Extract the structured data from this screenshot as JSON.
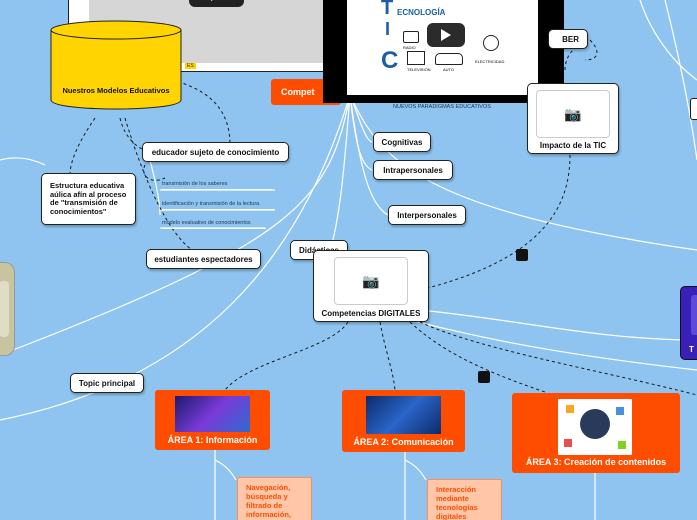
{
  "nodes": {
    "nuestros_modelos": "Nuestros Modelos Educativos",
    "badge": "ES",
    "competencias_header": "Compet",
    "nuevos_paradigmas": "NUEVOS PARADIGMAS EDUCATIVOS",
    "saber": "BER",
    "impacto": "Impacto de la TIC",
    "cognitivas": "Cognitivas",
    "intrapersonales": "Intrapersonales",
    "interpersonales": "Interpersonales",
    "didacticas": "Didácticas",
    "competencias_digitales": "Competencias DIGITALES",
    "educador": "educador sujeto de conocimiento",
    "estructura": "Estructura educativa aúlica afín al proceso de \"transmisión de conocimientos\"",
    "estudiantes": "estudiantes espectadores",
    "topic_principal": "Topic principal",
    "tic_partial": "T"
  },
  "subtopics": [
    "transmisión de los saberes",
    "identificación y transmisión de la lectura",
    "modelo evaluativo de conocimientos"
  ],
  "areas": [
    {
      "label": "ÁREA 1: Información",
      "detail": "Navegación, búsqueda y filtrado de información,"
    },
    {
      "label": "ÁREA 2: Comunicación",
      "detail": "Interacción mediante tecnologías digitales"
    },
    {
      "label": "ÁREA 3: Creación de contenidos"
    }
  ],
  "tic_image": {
    "title": "ECNOLOGÍA",
    "letters": [
      "T",
      "I",
      "C"
    ],
    "captions": [
      "RADIO",
      "TELEVISIÓN",
      "AUTO",
      "ELECTRICIDAD"
    ]
  },
  "colors": {
    "background": "#8ec4ef",
    "orange": "#ff4d00",
    "yellow": "#ffd400",
    "peach": "#ffc6a8",
    "purple": "#3a1fb8"
  }
}
